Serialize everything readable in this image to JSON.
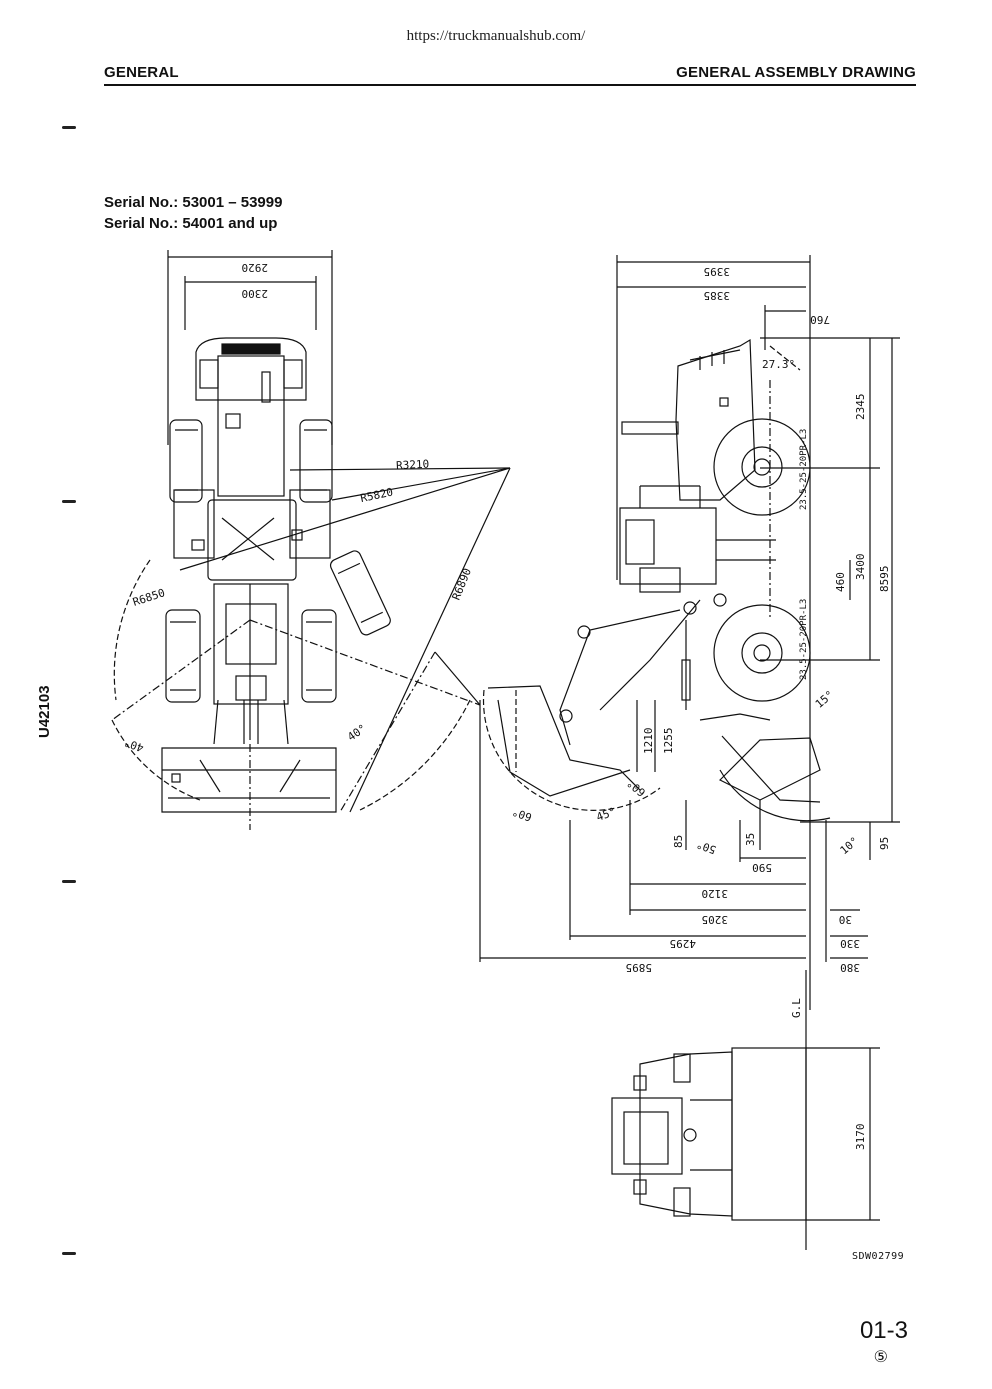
{
  "source_url": "https://truckmanualshub.com/",
  "header": {
    "left": "GENERAL",
    "right": "GENERAL ASSEMBLY DRAWING"
  },
  "serials": [
    "Serial No.: 53001 – 53999",
    "Serial No.: 54001 and up"
  ],
  "side_code": "U42103",
  "drawing_code": "SDW02799",
  "page": {
    "number": "01-3",
    "revision": "⑤"
  },
  "dimensions": {
    "top_view": [
      "2920",
      "2300",
      "R3210",
      "R5820",
      "R6850",
      "R6890",
      "40°",
      "40°"
    ],
    "side_view": [
      "3395",
      "3385",
      "760",
      "27.3°",
      "2345",
      "3400",
      "8595",
      "460",
      "23.5-25-20PR-L3",
      "23.5-25-20PR-L3",
      "15°",
      "1210",
      "1255",
      "45°",
      "60°",
      "60°",
      "85",
      "50°",
      "35",
      "10°",
      "95",
      "590",
      "3120",
      "3205",
      "30",
      "4295",
      "330",
      "5895",
      "380",
      "G.L"
    ],
    "front_view": [
      "3170"
    ]
  }
}
